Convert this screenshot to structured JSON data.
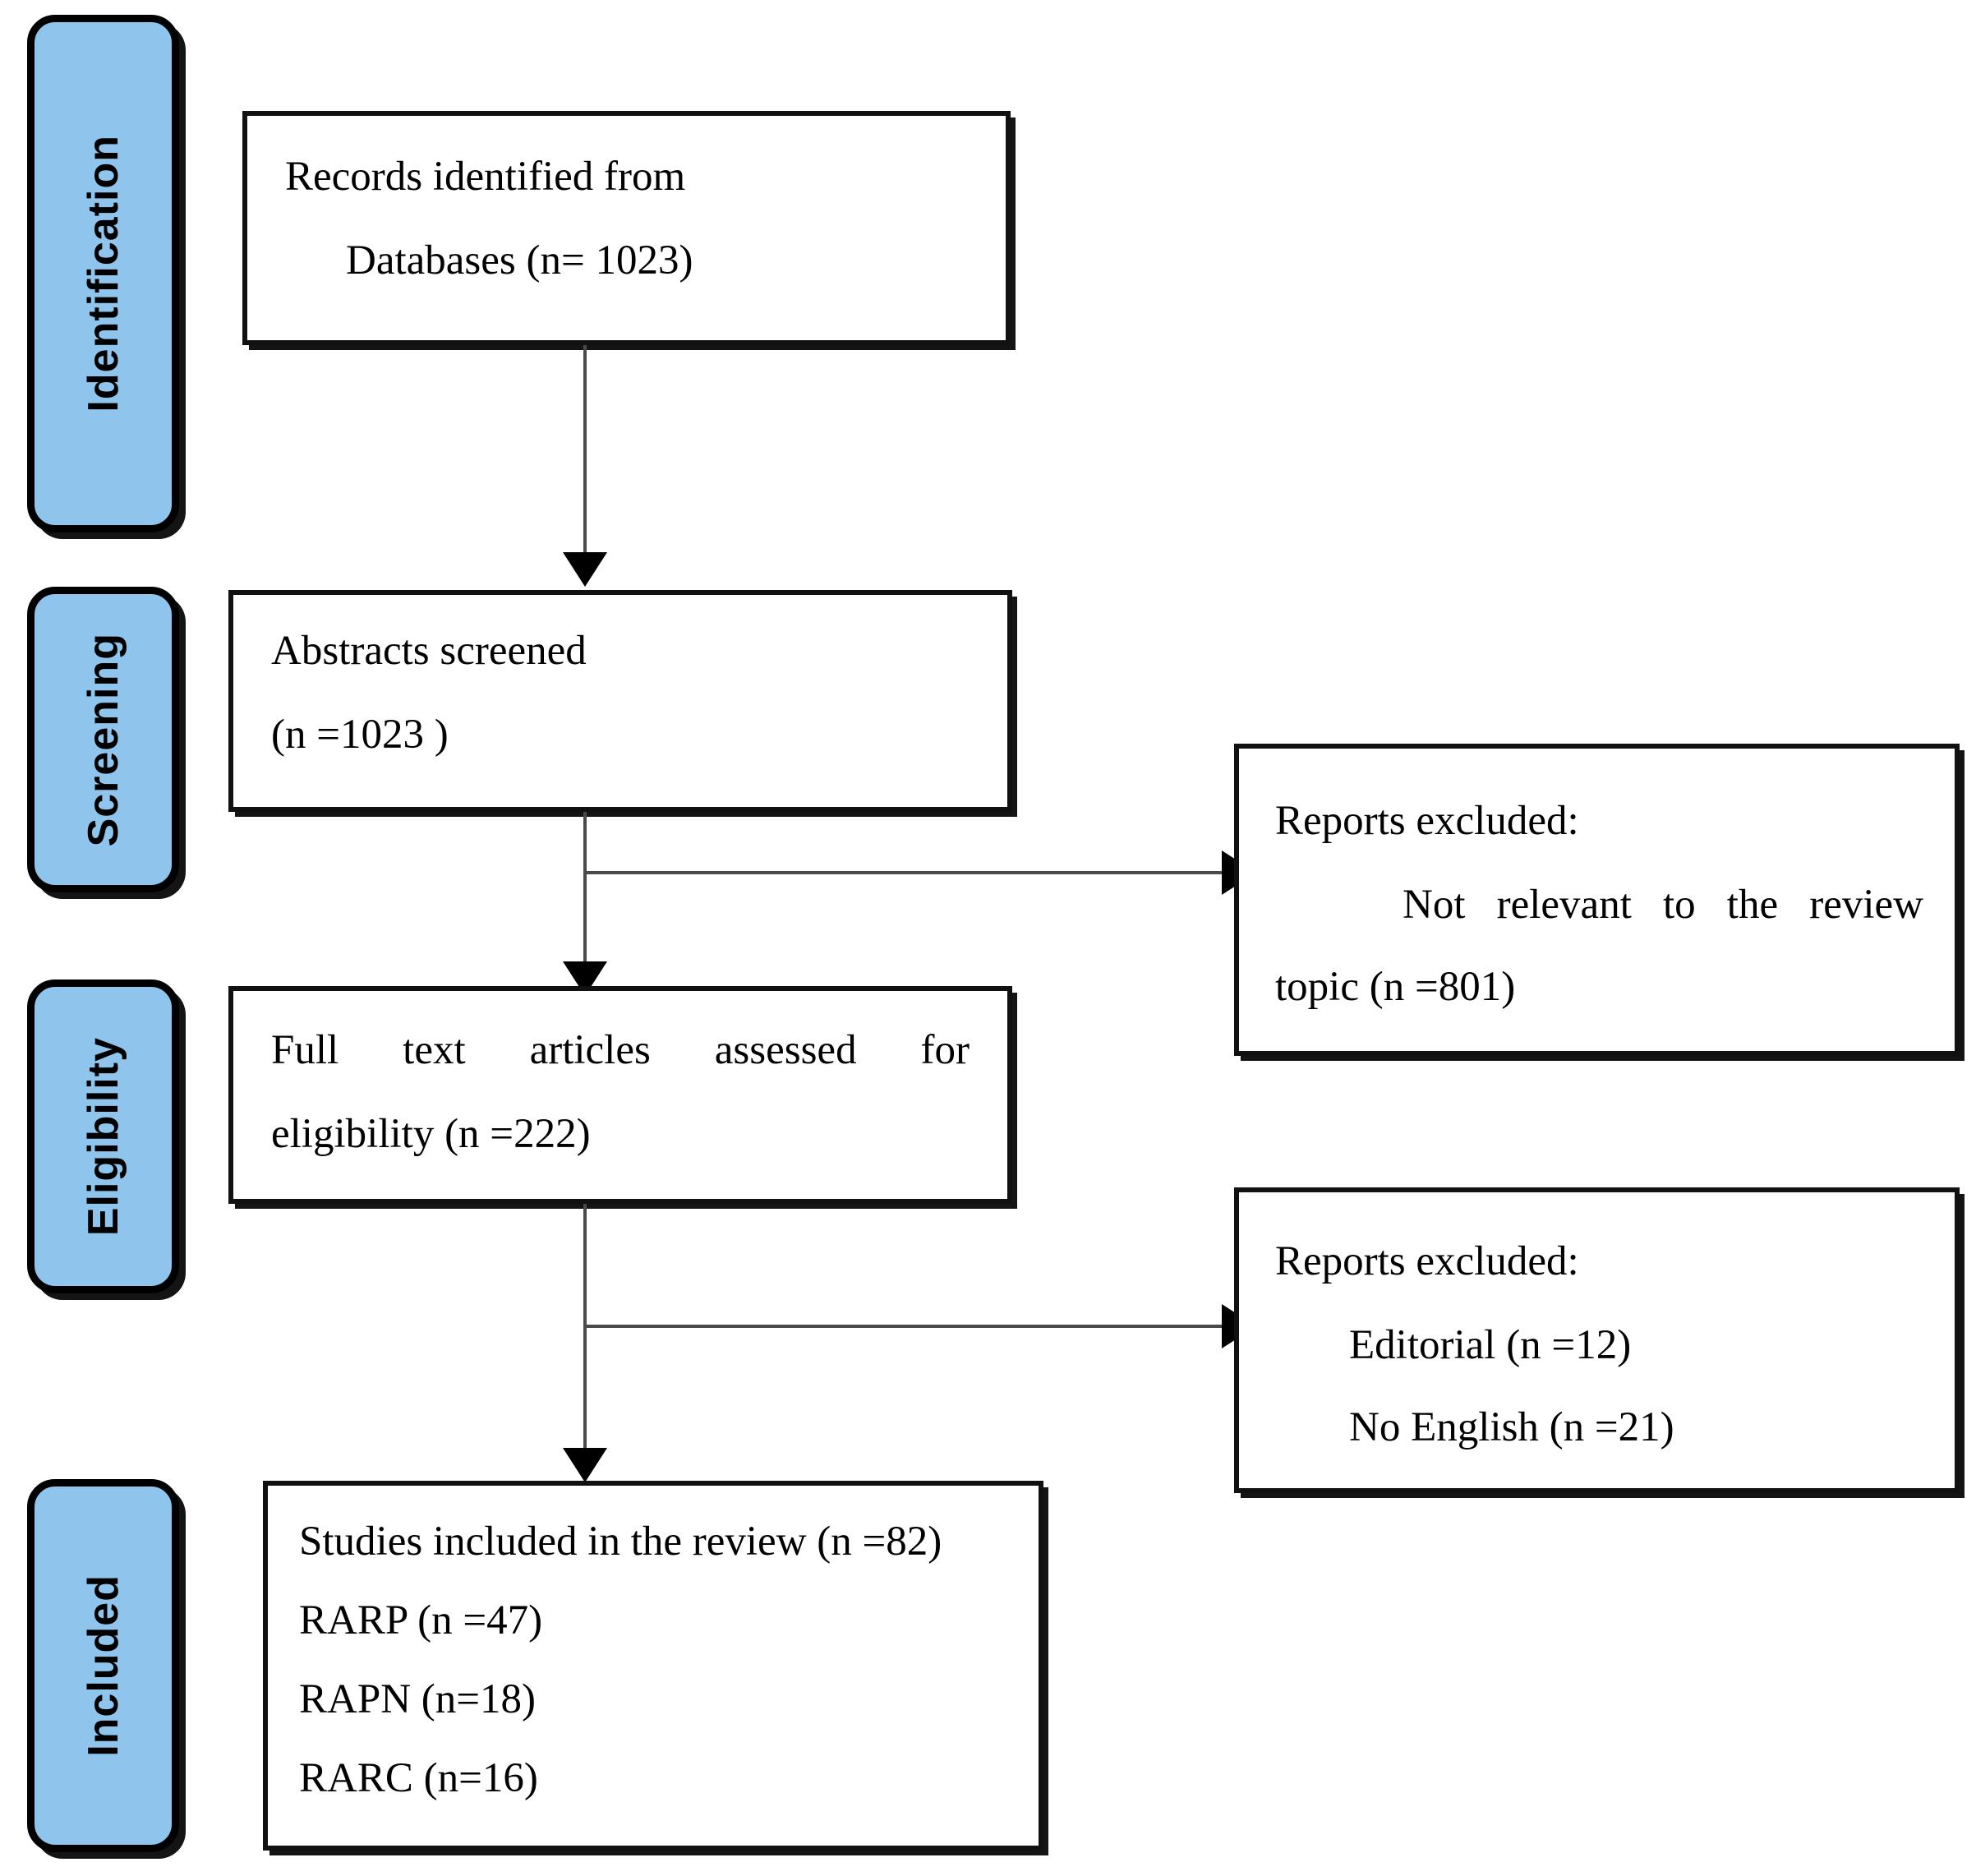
{
  "diagram": {
    "type": "prisma-flow-diagram",
    "accent_color": "#8FC5EC",
    "border_color": "#000000",
    "connector_color": "#4a4a4a",
    "stages": [
      {
        "id": "identification",
        "label": "Identification"
      },
      {
        "id": "screening",
        "label": "Screening"
      },
      {
        "id": "eligibility",
        "label": "Eligibility"
      },
      {
        "id": "included",
        "label": "Included"
      }
    ],
    "flow_boxes": [
      {
        "id": "records-identified",
        "lines": [
          "Records identified from",
          "Databases (n= 1023)"
        ]
      },
      {
        "id": "abstracts-screened",
        "lines": [
          "Abstracts screened",
          "(n =1023 )"
        ]
      },
      {
        "id": "full-text-assessed",
        "lines": [
          "Full text articles assessed for",
          "eligibility (n =222)"
        ]
      },
      {
        "id": "studies-included",
        "lines": [
          "Studies included in the review (n =82)",
          "RARP (n =47)",
          "RAPN (n=18)",
          "RARC (n=16)"
        ]
      }
    ],
    "exclusion_boxes": [
      {
        "id": "reports-excluded-screening",
        "heading": "Reports excluded:",
        "lines": [
          "Not relevant to the review",
          "topic (n =801)"
        ]
      },
      {
        "id": "reports-excluded-eligibility",
        "heading": "Reports excluded:",
        "lines": [
          "Editorial (n =12)",
          "No English (n =21)"
        ]
      }
    ],
    "counts": {
      "records_identified": 1023,
      "abstracts_screened": 1023,
      "not_relevant_excluded": 801,
      "full_text_assessed": 222,
      "editorial_excluded": 12,
      "no_english_excluded": 21,
      "studies_included": 82,
      "rarp": 47,
      "rapn": 18,
      "rarc": 16
    }
  }
}
